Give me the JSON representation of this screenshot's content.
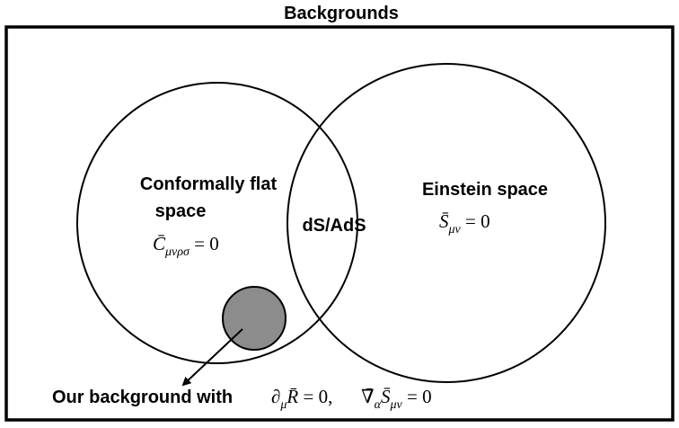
{
  "title": "Backgrounds",
  "regions": {
    "left": {
      "label_line1": "Conformally flat",
      "label_line2": "space",
      "equation": {
        "symbol": "C̄",
        "subscript": "μνρσ",
        "rhs": " = 0"
      }
    },
    "right": {
      "label": "Einstein space",
      "equation": {
        "symbol": "S̄",
        "subscript": "μν",
        "rhs": " = 0"
      }
    },
    "intersection": {
      "label": "dS/AdS"
    }
  },
  "annotation": {
    "text": "Our background with",
    "eq1": {
      "prefix": "∂",
      "prefix_sub": "μ",
      "symbol": "R̄",
      "rhs": " = 0,"
    },
    "eq2": {
      "prefix": "∇̄",
      "prefix_sub": "α",
      "symbol": "S̄",
      "symbol_sub": "μν",
      "rhs": " = 0"
    }
  },
  "colors": {
    "stroke": "#000000",
    "background": "#ffffff",
    "highlight_fill": "#8c8c8c"
  }
}
